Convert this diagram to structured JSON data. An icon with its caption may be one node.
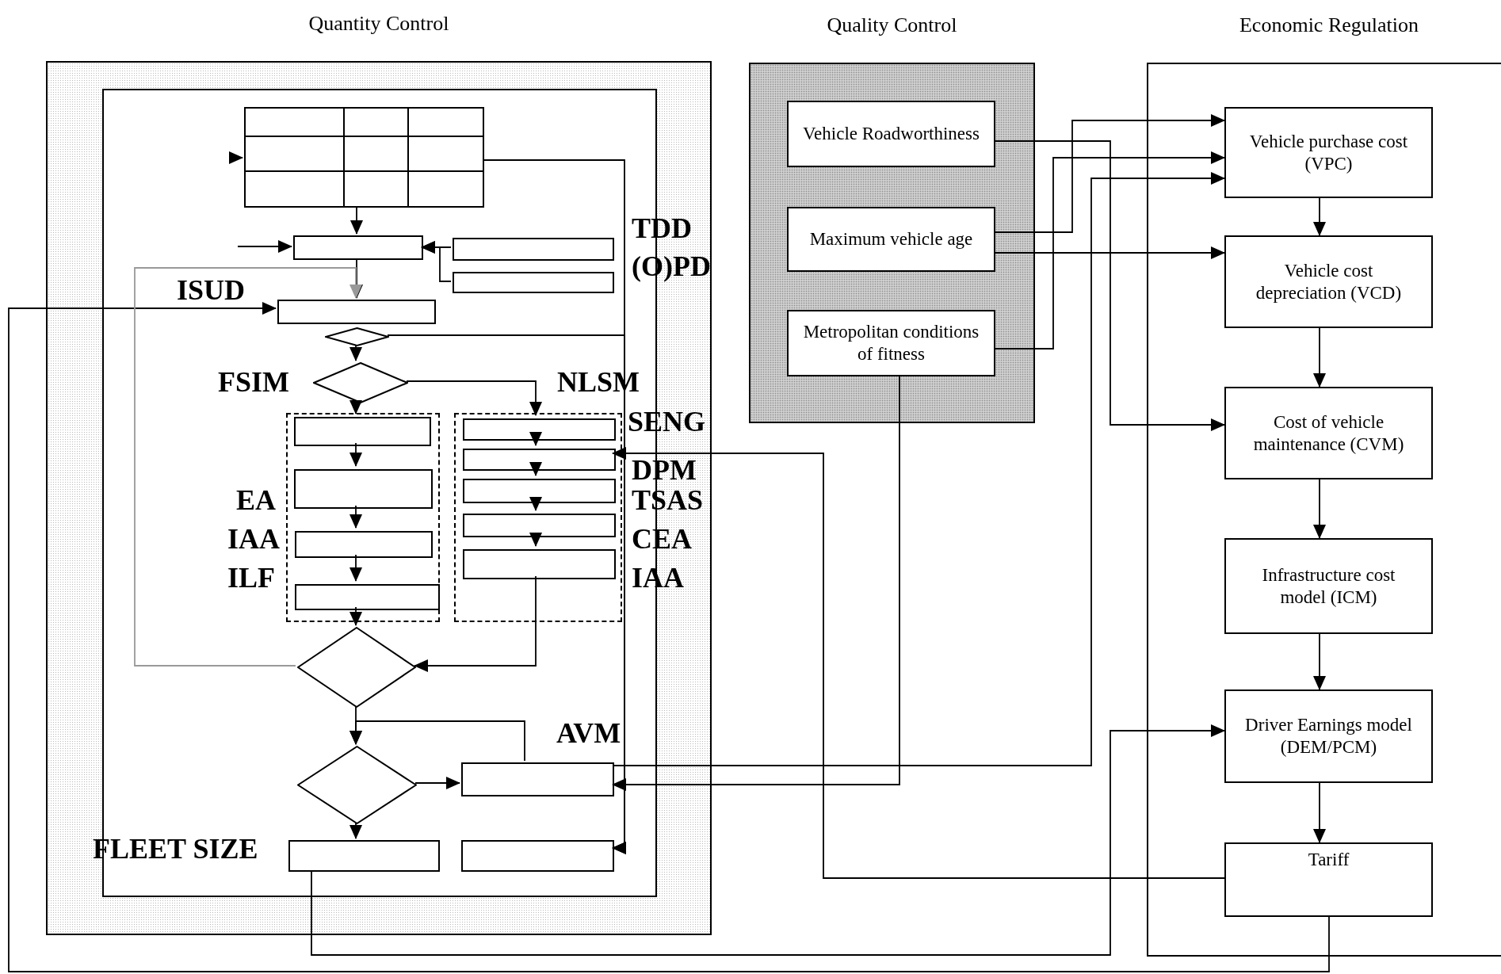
{
  "diagram": {
    "nodes": [
      {
        "text": [
          "Quantity Control"
        ]
      },
      {
        "text": [],
        "shape": "box",
        "in": 0
      },
      {
        "text": [],
        "shape": "table",
        "in": 1
      },
      {
        "text": [],
        "shape": "box",
        "in": 1
      },
      {
        "text": [],
        "shape": "box",
        "in": 1
      },
      {
        "text": [],
        "shape": "box",
        "in": 1
      },
      {
        "text": [],
        "shape": "box",
        "in": 1
      },
      {
        "text": [],
        "shape": "diamond",
        "in": 1
      },
      {
        "text": [],
        "shape": "diamond",
        "in": 1
      },
      {
        "text": [],
        "shape": "box",
        "in": 1
      },
      {
        "text": [],
        "shape": "box",
        "in": 9
      },
      {
        "text": [],
        "shape": "box",
        "in": 9
      },
      {
        "text": [],
        "shape": "box",
        "in": 9
      },
      {
        "text": [],
        "shape": "box",
        "in": 9
      },
      {
        "text": [],
        "shape": "box",
        "in": 1
      },
      {
        "text": [],
        "shape": "box",
        "in": 14
      },
      {
        "text": [],
        "shape": "box",
        "in": 14
      },
      {
        "text": [],
        "shape": "box",
        "in": 14
      },
      {
        "text": [],
        "shape": "box",
        "in": 14
      },
      {
        "text": [],
        "shape": "box",
        "in": 14
      },
      {
        "text": [],
        "shape": "diamond",
        "in": 1
      },
      {
        "text": [],
        "shape": "diamond",
        "in": 1
      },
      {
        "text": [],
        "shape": "box",
        "in": 1
      },
      {
        "text": [],
        "shape": "box",
        "in": 1
      },
      {
        "text": [],
        "shape": "box",
        "in": 1
      },
      {
        "text": [
          "Quality Control"
        ]
      },
      {
        "text": [
          "Vehicle Roadworthiness"
        ],
        "in": 25
      },
      {
        "text": [
          "Maximum vehicle age"
        ],
        "in": 25
      },
      {
        "text": [
          "Metropolitan conditions of fitness"
        ],
        "in": 25
      },
      {
        "text": [
          "Economic Regulation"
        ]
      },
      {
        "text": [
          "Vehicle purchase cost (VPC)"
        ],
        "in": 29
      },
      {
        "text": [
          "Vehicle cost depreciation (VCD)"
        ],
        "in": 29
      },
      {
        "text": [
          "Cost of vehicle maintenance (CVM)"
        ],
        "in": 29
      },
      {
        "text": [
          "Infrastructure cost model (ICM)"
        ],
        "in": 29
      },
      {
        "text": [
          "Driver Earnings model (DEM/PCM)"
        ],
        "in": 29
      },
      {
        "text": [
          "Tariff"
        ],
        "in": 29
      }
    ],
    "edges": [
      {
        "from": 26,
        "to": 32,
        "arrow": "to"
      },
      {
        "from": 27,
        "to": 30,
        "arrow": "to"
      },
      {
        "from": 27,
        "to": 31,
        "arrow": "to"
      },
      {
        "from": 28,
        "to": 30,
        "arrow": "to"
      },
      {
        "from": 22,
        "to": 30,
        "arrow": "to"
      },
      {
        "from": 28,
        "to": 22,
        "arrow": "to"
      },
      {
        "from": 35,
        "to": 16,
        "arrow": "to"
      },
      {
        "from": 35,
        "to": 6,
        "arrow": "to"
      },
      {
        "from": 23,
        "to": 34,
        "arrow": "to"
      },
      {
        "from": 30,
        "to": 31,
        "arrow": "to"
      },
      {
        "from": 31,
        "to": 32,
        "arrow": "to"
      },
      {
        "from": 32,
        "to": 33,
        "arrow": "to"
      },
      {
        "from": 33,
        "to": 34,
        "arrow": "to"
      },
      {
        "from": 34,
        "to": 35,
        "arrow": "to"
      },
      {
        "from": null,
        "to": 2,
        "arrow": "to"
      },
      {
        "from": 2,
        "to": 3,
        "arrow": "to"
      },
      {
        "from": null,
        "to": 3,
        "arrow": "to"
      },
      {
        "from": 4,
        "to": 3,
        "arrow": "to"
      },
      {
        "from": 5,
        "to": 3,
        "arrow": "to"
      },
      {
        "from": 3,
        "to": 6,
        "arrow": "to"
      },
      {
        "from": 7,
        "to": 8,
        "arrow": "to"
      },
      {
        "from": 8,
        "to": 10,
        "arrow": "to"
      },
      {
        "from": 8,
        "to": 15,
        "arrow": "to"
      },
      {
        "from": 10,
        "to": 11,
        "arrow": "to"
      },
      {
        "from": 11,
        "to": 12,
        "arrow": "to"
      },
      {
        "from": 12,
        "to": 13,
        "arrow": "to"
      },
      {
        "from": 15,
        "to": 16,
        "arrow": "to"
      },
      {
        "from": 16,
        "to": 17,
        "arrow": "to"
      },
      {
        "from": 17,
        "to": 18,
        "arrow": "to"
      },
      {
        "from": 18,
        "to": 19,
        "arrow": "to"
      },
      {
        "from": 13,
        "to": 20,
        "arrow": "to"
      },
      {
        "from": 19,
        "to": 20,
        "arrow": "to"
      },
      {
        "from": 20,
        "to": 6,
        "arrow": "to",
        "color": "#999999"
      },
      {
        "from": 20,
        "to": 21,
        "arrow": "to"
      },
      {
        "from": 21,
        "to": 22,
        "arrow": "to"
      },
      {
        "from": 22,
        "to": 21,
        "arrow": "to"
      },
      {
        "from": 21,
        "to": 23,
        "arrow": "to"
      },
      {
        "from": 2,
        "to": 24,
        "arrow": "to"
      },
      {
        "from": 7,
        "to": 24,
        "arrow": "to"
      }
    ],
    "labels": [
      "TDD",
      "(O)PD",
      "ISUD",
      "FSIM",
      "NLSM",
      "SENG",
      "DPM",
      "EA",
      "TSAS",
      "IAA",
      "CEA",
      "ILF",
      "IAA",
      "AVM",
      "FLEET SIZE"
    ]
  }
}
